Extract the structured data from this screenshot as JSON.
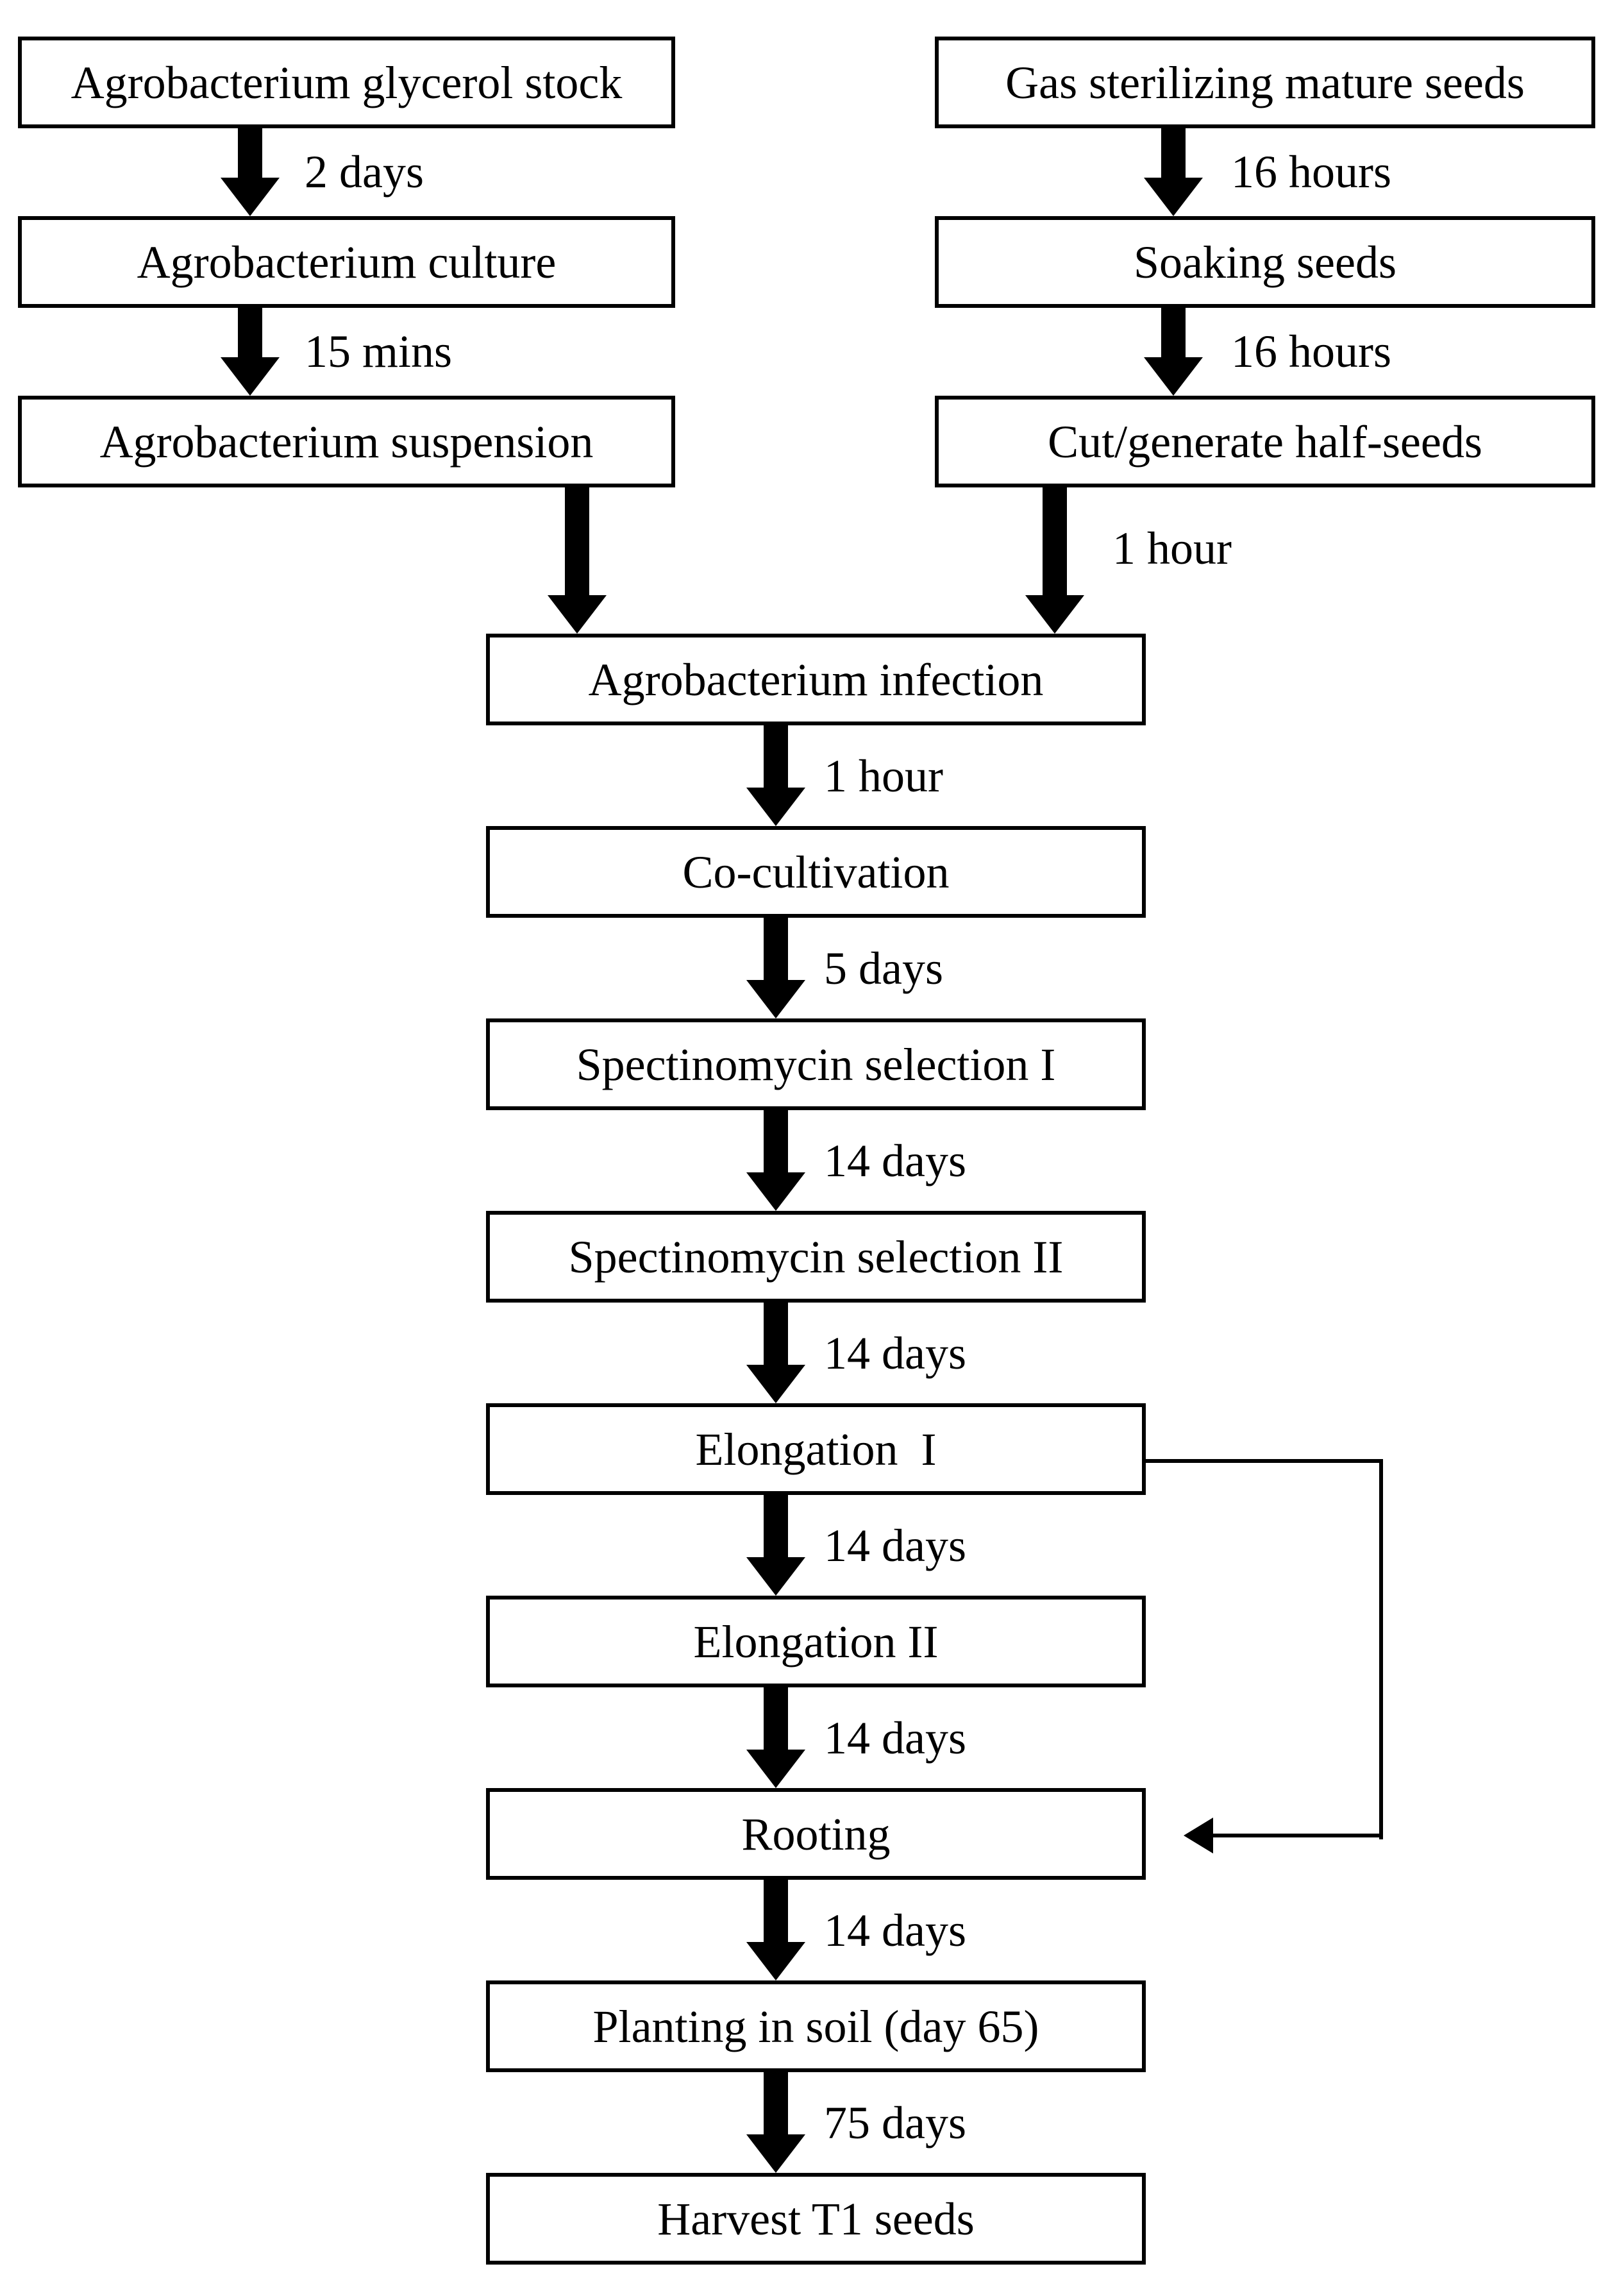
{
  "colors": {
    "background": "#ffffff",
    "line": "#000000",
    "text": "#000000",
    "box_fill": "#ffffff"
  },
  "flow": {
    "left_branch": {
      "steps": [
        "Agrobacterium glycerol stock",
        "Agrobacterium culture",
        "Agrobacterium suspension"
      ],
      "durations": [
        "2 days",
        "15 mins"
      ]
    },
    "right_branch": {
      "steps": [
        "Gas sterilizing mature seeds",
        "Soaking seeds",
        "Cut/generate half-seeds"
      ],
      "durations": [
        "16 hours",
        "16 hours",
        "1 hour"
      ]
    },
    "main_branch": {
      "steps": [
        "Agrobacterium infection",
        "Co-cultivation",
        "Spectinomycin selection I",
        "Spectinomycin selection II",
        "Elongation  I",
        "Elongation II",
        "Rooting",
        "Planting in soil (day 65)",
        "Harvest T1 seeds"
      ],
      "durations": [
        "1 hour",
        "5 days",
        "14 days",
        "14 days",
        "14 days",
        "14 days",
        "14 days",
        "75 days"
      ]
    },
    "loop_connector": {
      "from_step": "Elongation I",
      "to_step": "Rooting"
    }
  }
}
